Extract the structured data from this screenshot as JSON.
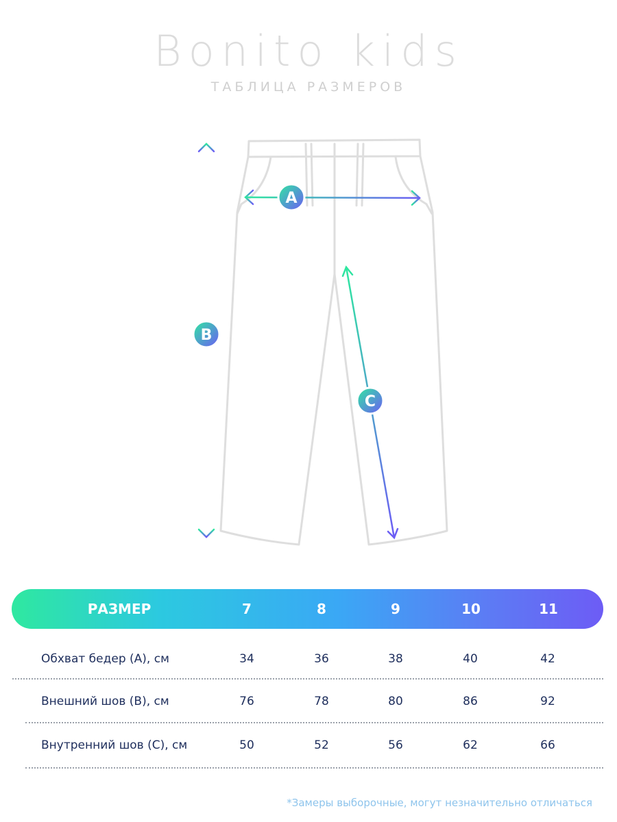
{
  "brand": "Bonito kids",
  "subtitle": "ТАБЛИЦА РАЗМЕРОВ",
  "markers": {
    "a": "A",
    "b": "B",
    "c": "C"
  },
  "colors": {
    "gradient_start": "#2fe8a0",
    "gradient_end": "#6d5cf5",
    "text": "#1e2e5c",
    "note": "#8ec4ec"
  },
  "table": {
    "header_label": "РАЗМЕР",
    "sizes": [
      "7",
      "8",
      "9",
      "10",
      "11"
    ],
    "rows": [
      {
        "label": "Обхват  бедер (A), см",
        "values": [
          "34",
          "36",
          "38",
          "40",
          "42"
        ]
      },
      {
        "label": "Внешний шов  (B), см",
        "values": [
          "76",
          "78",
          "80",
          "86",
          "92"
        ]
      },
      {
        "label": "Внутренний шов  (C), см",
        "values": [
          "50",
          "52",
          "56",
          "62",
          "66"
        ]
      }
    ]
  },
  "note": "*Замеры выборочные, могут незначительно отличаться"
}
